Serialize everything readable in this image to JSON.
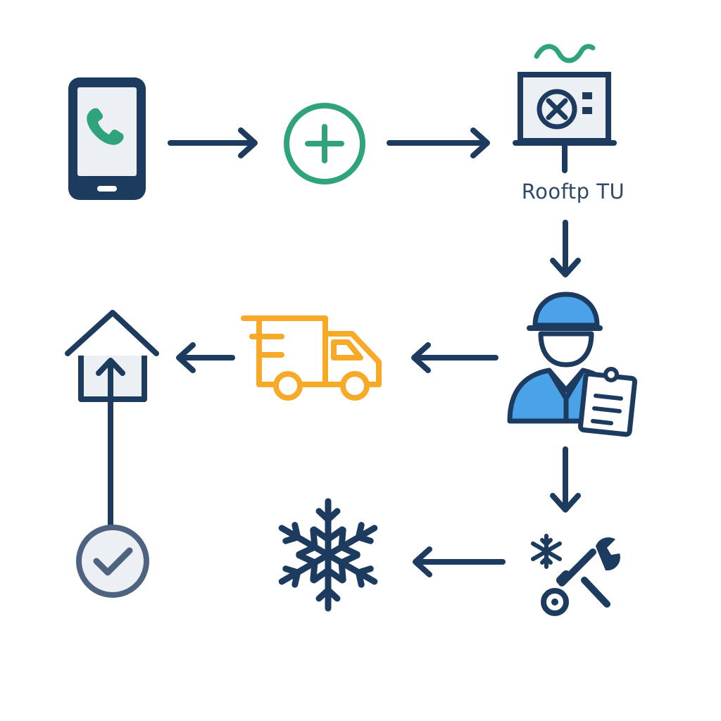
{
  "colors": {
    "navy": "#1d3a5f",
    "green": "#2ea37c",
    "orange": "#f7a928",
    "blue": "#4aa3e8",
    "light_fill": "#eceff4",
    "slate": "#4d6380"
  },
  "nodes": [
    {
      "id": "phone",
      "icon": "phone-icon"
    },
    {
      "id": "plus",
      "icon": "add-circle-icon"
    },
    {
      "id": "rooftop-unit",
      "icon": "rooftop-unit-icon",
      "label": "Rooftp TU"
    },
    {
      "id": "technician",
      "icon": "technician-icon"
    },
    {
      "id": "truck",
      "icon": "delivery-truck-icon"
    },
    {
      "id": "home",
      "icon": "home-icon"
    },
    {
      "id": "repair",
      "icon": "repair-tools-icon"
    },
    {
      "id": "cooling",
      "icon": "snowflake-icon"
    },
    {
      "id": "done",
      "icon": "check-circle-icon"
    }
  ],
  "edges": [
    {
      "from": "phone",
      "to": "plus"
    },
    {
      "from": "plus",
      "to": "rooftop-unit"
    },
    {
      "from": "rooftop-unit",
      "to": "technician"
    },
    {
      "from": "technician",
      "to": "truck"
    },
    {
      "from": "truck",
      "to": "home"
    },
    {
      "from": "technician",
      "to": "repair"
    },
    {
      "from": "repair",
      "to": "cooling"
    },
    {
      "from": "done",
      "to": "home"
    }
  ]
}
